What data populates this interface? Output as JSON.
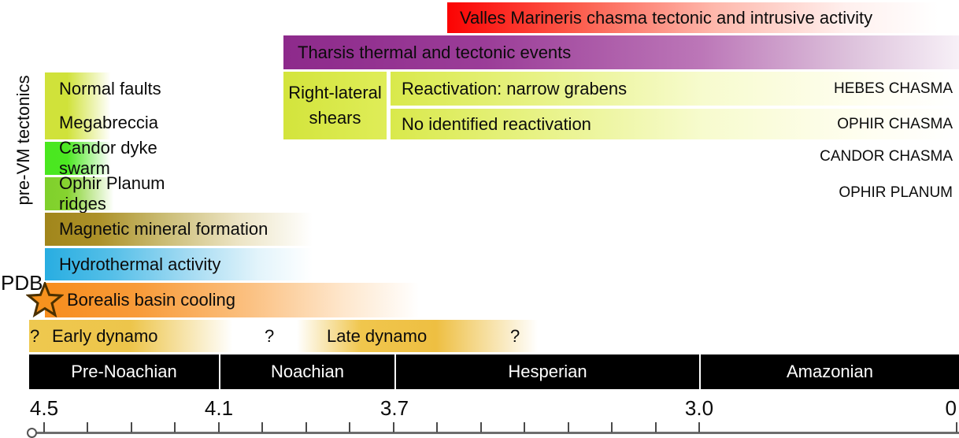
{
  "bars": {
    "valles": "Valles Marineris chasma tectonic and intrusive activity",
    "tharsis": "Tharsis thermal and tectonic events",
    "shears_line1": "Right-lateral",
    "shears_line2": "shears",
    "react1": "Reactivation: narrow grabens",
    "react1_loc": "HEBES CHASMA",
    "react2": "No identified reactivation",
    "react2_loc": "OPHIR CHASMA",
    "candor_loc": "CANDOR CHASMA",
    "ophirplanum_loc": "OPHIR PLANUM",
    "normal_faults": "Normal faults",
    "megabreccia": "Megabreccia",
    "candor_dyke": "Candor dyke swarm",
    "ophir_ridges": "Ophir Planum ridges",
    "magnetic": "Magnetic mineral formation",
    "hydrothermal": "Hydrothermal activity",
    "borealis": "Borealis basin cooling",
    "early_dynamo": "Early dynamo",
    "late_dynamo": "Late dynamo",
    "question_mark": "?"
  },
  "pdb_label": "PDB",
  "group_label": "pre-VM tectonics",
  "timescale": {
    "epochs": [
      "Pre-Noachian",
      "Noachian",
      "Hesperian",
      "Amazonian"
    ],
    "age_labels": [
      "4.5",
      "4.1",
      "3.7",
      "3.0",
      "0"
    ]
  },
  "palette": {
    "valles_red": "#fb0303",
    "tharsis_purple": "#8d2a8b",
    "shears_yellow_green": "#d9e94b",
    "candor_green": "#4ce722",
    "ophir_ridges_green": "#86d32f",
    "magnetic_olive": "#a1861b",
    "hydrothermal_cyan": "#28ade1",
    "borealis_orange": "#f78d1d",
    "dynamo_gold": "#eec84f",
    "epoch_black": "#000000",
    "star_orange": "#f6921e"
  },
  "chart_data": {
    "type": "bar",
    "subtype": "timeline-gantt",
    "axis": {
      "unit": "Ga (age, decreasing to the right)",
      "tick_labels": [
        "4.5",
        "4.1",
        "3.7",
        "3.0",
        "0"
      ],
      "minor_tick_interval_ga": 0.1,
      "broken_scale_after_ga": 3.0,
      "grid": false
    },
    "epochs": [
      {
        "name": "Pre-Noachian",
        "start_ga": 4.5,
        "end_ga": 4.1
      },
      {
        "name": "Noachian",
        "start_ga": 4.1,
        "end_ga": 3.7
      },
      {
        "name": "Hesperian",
        "start_ga": 3.7,
        "end_ga": 3.0
      },
      {
        "name": "Amazonian",
        "start_ga": 3.0,
        "end_ga": 0
      }
    ],
    "bars": [
      {
        "label": "Valles Marineris chasma tectonic and intrusive activity",
        "start_ga": 3.6,
        "end_ga": 0,
        "fade": "right",
        "color": "#fb0303"
      },
      {
        "label": "Tharsis thermal and tectonic events",
        "start_ga": 3.95,
        "end_ga": 0,
        "fade": "right",
        "color": "#8d2a8b"
      },
      {
        "label": "Right-lateral shears",
        "start_ga": 3.95,
        "end_ga": 3.7,
        "fade": "none",
        "color": "#d9e94b"
      },
      {
        "label": "Reactivation: narrow grabens",
        "location": "HEBES CHASMA",
        "start_ga": 3.7,
        "end_ga": 0,
        "fade": "right",
        "color": "#d9e94b"
      },
      {
        "label": "No identified reactivation",
        "location": "OPHIR CHASMA",
        "start_ga": 3.7,
        "end_ga": 0,
        "fade": "right",
        "color": "#d9e94b"
      },
      {
        "label": "Normal faults",
        "group": "pre-VM tectonics",
        "start_ga": 4.5,
        "end_ga": 4.35,
        "fade": "right",
        "color": "#d0e23a"
      },
      {
        "label": "Megabreccia",
        "group": "pre-VM tectonics",
        "start_ga": 4.5,
        "end_ga": 4.35,
        "fade": "right",
        "color": "#d0e23a"
      },
      {
        "label": "Candor dyke swarm",
        "group": "pre-VM tectonics",
        "location": "CANDOR CHASMA",
        "start_ga": 4.5,
        "end_ga": 4.35,
        "fade": "right",
        "color": "#4ce722"
      },
      {
        "label": "Ophir Planum ridges",
        "group": "pre-VM tectonics",
        "location": "OPHIR PLANUM",
        "start_ga": 4.5,
        "end_ga": 4.35,
        "fade": "right",
        "color": "#86d32f"
      },
      {
        "label": "Magnetic mineral formation",
        "start_ga": 4.5,
        "end_ga": 3.9,
        "fade": "right",
        "color": "#a1861b"
      },
      {
        "label": "Hydrothermal activity",
        "start_ga": 4.5,
        "end_ga": 3.9,
        "fade": "right",
        "color": "#28ade1"
      },
      {
        "label": "Borealis basin cooling",
        "marker": "PDB star at 4.5 Ga",
        "start_ga": 4.5,
        "end_ga": 3.65,
        "fade": "right",
        "color": "#f78d1d"
      },
      {
        "label": "Early dynamo",
        "start_ga": 4.5,
        "end_ga": 4.1,
        "fade": "right",
        "uncertain": true,
        "color": "#eec84f"
      },
      {
        "label": "Late dynamo",
        "start_ga": 3.9,
        "end_ga": 3.4,
        "fade": "both",
        "uncertain": true,
        "color": "#eec84f"
      }
    ],
    "annotations": [
      "?",
      "?",
      "?",
      "PDB",
      "pre-VM tectonics"
    ]
  }
}
